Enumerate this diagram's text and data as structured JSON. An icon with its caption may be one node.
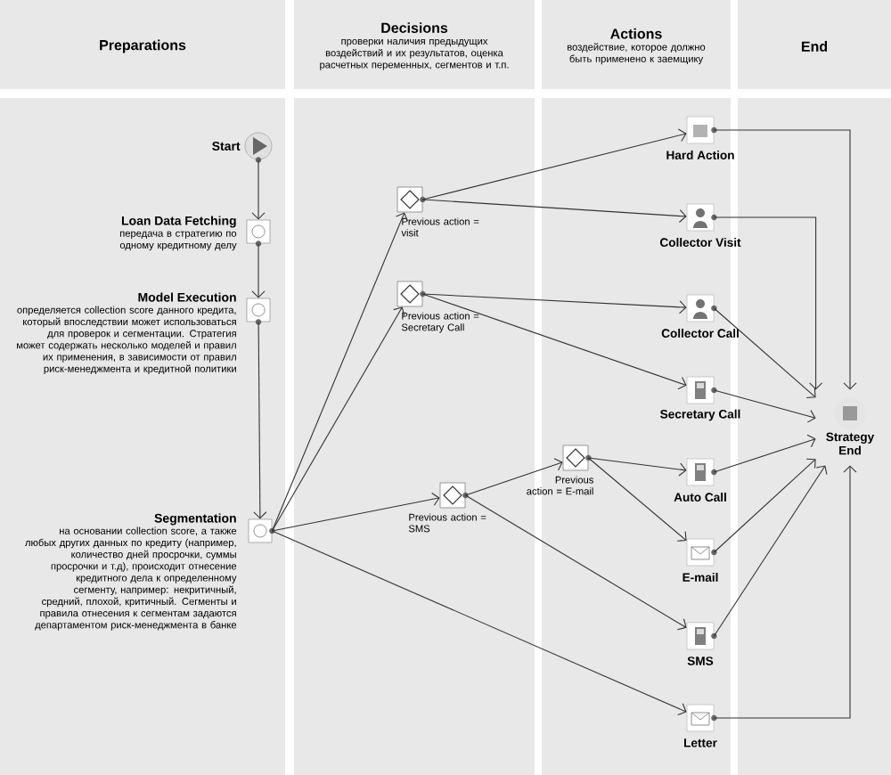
{
  "diagram": {
    "nodes": [
      {
        "text": [
          "Preparations"
        ]
      },
      {
        "text": [
          "Decisions",
          "проверки наличия предыдущих воздействий и их результатов, оценка расчетных переменных, сегментов и т.п."
        ]
      },
      {
        "text": [
          "Actions",
          "воздействие, которое должно быть применено к заемщику"
        ]
      },
      {
        "text": [
          "End"
        ]
      },
      {
        "text": [
          "Start"
        ]
      },
      {
        "text": [
          "Loan Data Fetching",
          "передача в стратегию по одному кредитному делу"
        ]
      },
      {
        "text": [
          "Model Execution",
          "определяется collection score данного кредита, который впоследствии может использоваться для проверок и сегментации. Стратегия может содержать несколько моделей и правил их применения, в зависимости от правил риск-менеджмента и кредитной политики"
        ]
      },
      {
        "text": [
          "Segmentation",
          "на основании collection score, а также любых других данных по кредиту (например, количество дней просрочки, суммы просрочки и т.д), происходит отнесение кредитного дела к определенному сегменту, например: некритичный, средний, плохой, критичный. Сегменты и правила отнесения к сегментам задаются департаментом риск-менеджмента в банке"
        ]
      },
      {
        "text": [
          "Previous action = visit"
        ]
      },
      {
        "text": [
          "Previous action = Secretary Call"
        ]
      },
      {
        "text": [
          "Previous action = SMS"
        ]
      },
      {
        "text": [
          "Previous action = E-mail"
        ]
      },
      {
        "text": [
          "Hard Action"
        ]
      },
      {
        "text": [
          "Collector Visit"
        ]
      },
      {
        "text": [
          "Collector Call"
        ]
      },
      {
        "text": [
          "Secretary Call"
        ]
      },
      {
        "text": [
          "Auto Call"
        ]
      },
      {
        "text": [
          "E-mail"
        ]
      },
      {
        "text": [
          "SMS"
        ]
      },
      {
        "text": [
          "Letter"
        ]
      },
      {
        "text": [
          "Strategy End"
        ]
      }
    ],
    "edges": [
      {
        "from": 4,
        "to": 5,
        "arrow": "to"
      },
      {
        "from": 5,
        "to": 6,
        "arrow": "to"
      },
      {
        "from": 6,
        "to": 7,
        "arrow": "to"
      },
      {
        "from": 7,
        "to": 8,
        "arrow": "to"
      },
      {
        "from": 7,
        "to": 9,
        "arrow": "to"
      },
      {
        "from": 7,
        "to": 10,
        "arrow": "to"
      },
      {
        "from": 7,
        "to": 19,
        "arrow": "to"
      },
      {
        "from": 8,
        "to": 12,
        "arrow": "to"
      },
      {
        "from": 8,
        "to": 13,
        "arrow": "to"
      },
      {
        "from": 9,
        "to": 14,
        "arrow": "to"
      },
      {
        "from": 9,
        "to": 15,
        "arrow": "to"
      },
      {
        "from": 10,
        "to": 11,
        "arrow": "to"
      },
      {
        "from": 10,
        "to": 18,
        "arrow": "to"
      },
      {
        "from": 11,
        "to": 16,
        "arrow": "to"
      },
      {
        "from": 11,
        "to": 17,
        "arrow": "to"
      },
      {
        "from": 12,
        "to": 20,
        "arrow": "to"
      },
      {
        "from": 13,
        "to": 20,
        "arrow": "to"
      },
      {
        "from": 14,
        "to": 20,
        "arrow": "to"
      },
      {
        "from": 15,
        "to": 20,
        "arrow": "to"
      },
      {
        "from": 16,
        "to": 20,
        "arrow": "to"
      },
      {
        "from": 17,
        "to": 20,
        "arrow": "to"
      },
      {
        "from": 18,
        "to": 20,
        "arrow": "to"
      },
      {
        "from": 19,
        "to": 20,
        "arrow": "to"
      }
    ]
  }
}
